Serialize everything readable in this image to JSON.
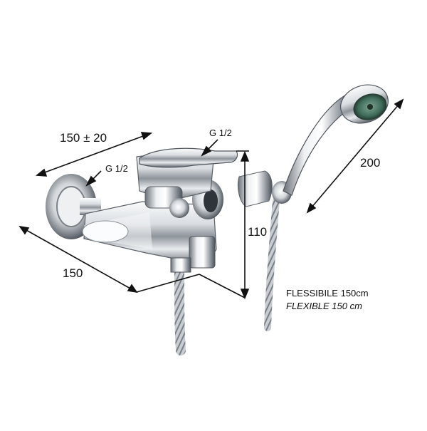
{
  "dimensions": {
    "wall_spacing": "150 ± 20",
    "depth": "150",
    "height": "110",
    "hand_shower": "200"
  },
  "connections": {
    "inlet_left": "G 1/2",
    "outlet_top": "G 1/2"
  },
  "hose_note": {
    "line_it": "FLESSIBILE 150cm",
    "line_en": "FLEXIBLE 150 cm"
  },
  "colors": {
    "chrome_light": "#f2f4f6",
    "chrome_mid": "#b9bec4",
    "chrome_dark": "#4a4f56",
    "dimension_line": "#111111",
    "shower_face": "#3f6b5a"
  }
}
